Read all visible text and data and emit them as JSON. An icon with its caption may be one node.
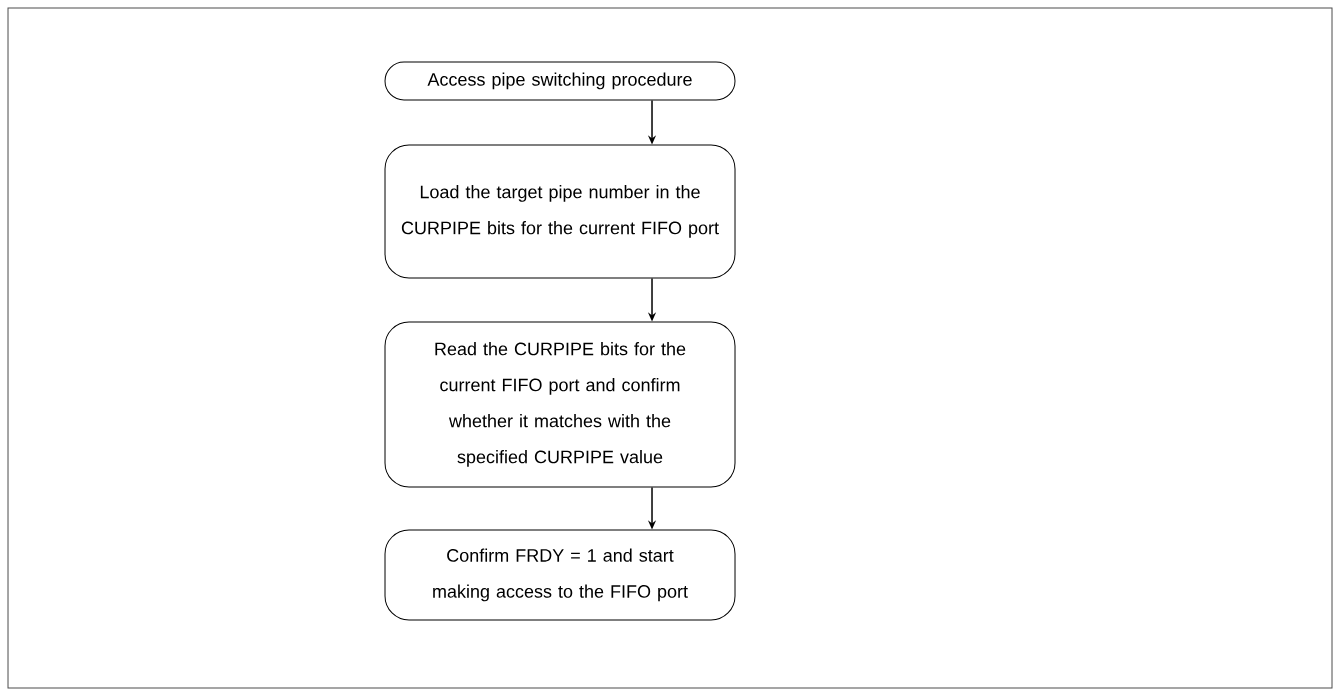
{
  "diagram": {
    "nodes": [
      {
        "text": [
          "Access pipe switching procedure"
        ]
      },
      {
        "text": [
          "Load the target pipe number in the CURPIPE bits for the current FIFO port"
        ]
      },
      {
        "text": [
          "Read the CURPIPE bits for the current FIFO port and confirm whether it matches with the specified CURPIPE value"
        ]
      },
      {
        "text": [
          "Confirm FRDY = 1 and start making access to the FIFO port"
        ]
      }
    ],
    "edges": [
      {
        "from": 0,
        "to": 1,
        "arrow": "to"
      },
      {
        "from": 1,
        "to": 2,
        "arrow": "to"
      },
      {
        "from": 2,
        "to": 3,
        "arrow": "to"
      }
    ]
  }
}
